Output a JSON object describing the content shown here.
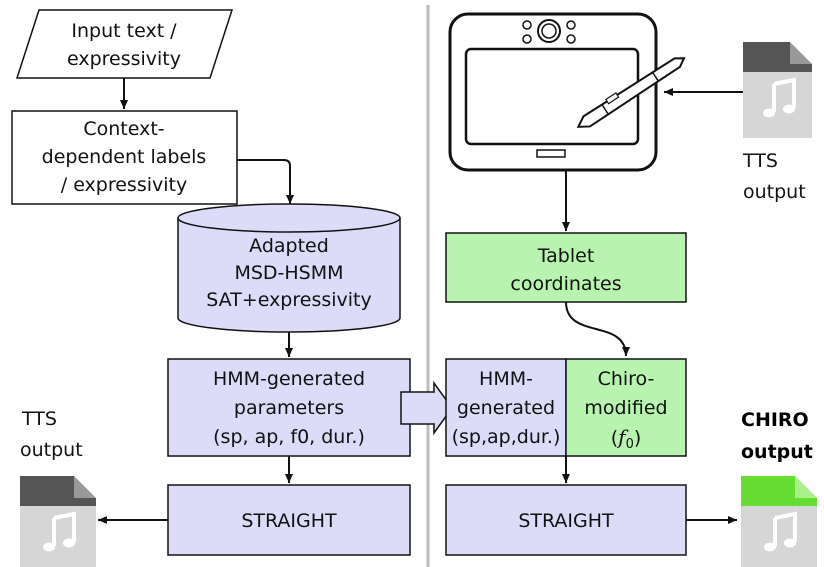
{
  "colors": {
    "blue_box": "#dcdcf8",
    "green_box": "#b8f4b0",
    "green_file": "#66dd33",
    "dark_file": "#555555",
    "divider": "#bbbbbb",
    "stroke": "#111111"
  },
  "left": {
    "input_line1": "Input text /",
    "input_line2": "expressivity",
    "context_line1": "Context-",
    "context_line2": "dependent labels",
    "context_line3": "/ expressivity",
    "model_line1": "Adapted",
    "model_line2": "MSD-HSMM",
    "model_line3": "SAT+expressivity",
    "params_line1": "HMM-generated",
    "params_line2": "parameters",
    "params_line3": "(sp, ap, f0, dur.)",
    "straight": "STRAIGHT",
    "tts_line1": "TTS",
    "tts_line2": "output",
    "tts_icon": "music-file-icon"
  },
  "right": {
    "tablet_icon": "drawing-tablet-icon",
    "pen_icon": "stylus-pen-icon",
    "tts_line1": "TTS",
    "tts_line2": "output",
    "tts_icon": "music-file-icon",
    "coords_line1": "Tablet",
    "coords_line2": "coordinates",
    "hmm_line1": "HMM-",
    "hmm_line2": "generated",
    "hmm_line3": "(sp,ap,dur.)",
    "chiro_line1": "Chiro-",
    "chiro_line2": "modified",
    "chiro_f0_open": "(",
    "chiro_f0_sym": "f",
    "chiro_f0_sub": "0",
    "chiro_f0_close": ")",
    "straight": "STRAIGHT",
    "chiro_out_line1": "CHIRO",
    "chiro_out_line2": "output",
    "chiro_icon": "music-file-green-icon"
  }
}
